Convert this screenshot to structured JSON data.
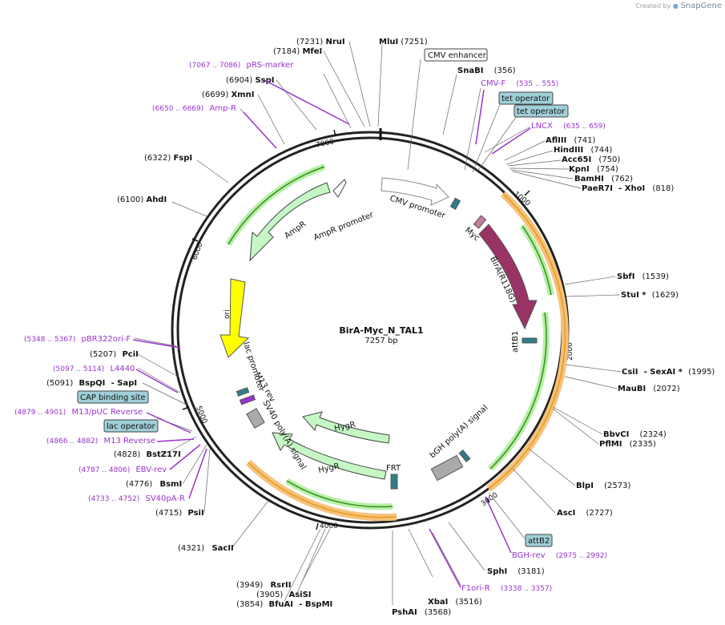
{
  "credit": {
    "prefix": "Created by",
    "brand": "SnapGene"
  },
  "plasmid": {
    "name": "BirA-Myc_N_TAL1",
    "size_label": "7257 bp",
    "length": 7257
  },
  "ring_ticks": [
    "1000",
    "2000",
    "3000",
    "4000",
    "5000",
    "6000",
    "7000"
  ],
  "colors": {
    "enzyme": "#000000",
    "primer": "#9933cc",
    "feature_box": "#9fcfd8",
    "ori": "#ffff00",
    "resistance": "#c5f7c5",
    "hygr_orange": "#f5a623",
    "birA": "#993366",
    "line": "#555555"
  },
  "enzyme_labels": [
    {
      "name": "NruI",
      "pos": "(7231)"
    },
    {
      "name": "MluI",
      "pos": "(7251)"
    },
    {
      "name": "MfeI",
      "pos": "(7184)"
    },
    {
      "name": "SspI",
      "pos": "(6904)"
    },
    {
      "name": "XmnI",
      "pos": "(6699)"
    },
    {
      "name": "FspI",
      "pos": "(6322)"
    },
    {
      "name": "AhdI",
      "pos": "(6100)"
    },
    {
      "name": "SnaBI",
      "pos": "(356)"
    },
    {
      "name": "AflIII",
      "pos": "(741)"
    },
    {
      "name": "HindIII",
      "pos": "(744)"
    },
    {
      "name": "Acc65I",
      "pos": "(750)"
    },
    {
      "name": "KpnI",
      "pos": "(754)"
    },
    {
      "name": "BamHI",
      "pos": "(762)"
    },
    {
      "name": "PaeR7I",
      "extra": "- XhoI",
      "pos": "(818)"
    },
    {
      "name": "SbfI",
      "pos": "(1539)"
    },
    {
      "name": "StuI *",
      "pos": "(1629)"
    },
    {
      "name": "CsiI",
      "extra": "- SexAI *",
      "pos": "(1995)"
    },
    {
      "name": "MauBI",
      "pos": "(2072)"
    },
    {
      "name": "BbvCI",
      "pos": "(2324)"
    },
    {
      "name": "PflMI",
      "pos": "(2335)"
    },
    {
      "name": "BlpI",
      "pos": "(2573)"
    },
    {
      "name": "AscI",
      "pos": "(2727)"
    },
    {
      "name": "SphI",
      "pos": "(3181)"
    },
    {
      "name": "XbaI",
      "pos": "(3516)"
    },
    {
      "name": "PshAI",
      "pos": "(3568)"
    },
    {
      "name": "RsrII",
      "pos": "(3949)"
    },
    {
      "name": "AsiSI",
      "pos": "(3905)"
    },
    {
      "name": "BfuAI",
      "extra": "- BspMI",
      "pos": "(3854)"
    },
    {
      "name": "SacII",
      "pos": "(4321)"
    },
    {
      "name": "PsiI",
      "pos": "(4715)"
    },
    {
      "name": "BsmI",
      "pos": "(4776)"
    },
    {
      "name": "BstZ17I",
      "pos": "(4828)"
    },
    {
      "name": "BspQI",
      "extra": "- SapI",
      "pos": "(5091)"
    },
    {
      "name": "PciI",
      "pos": "(5207)"
    }
  ],
  "primer_labels": [
    {
      "name": "pRS-marker",
      "range": "(7067 .. 7086)"
    },
    {
      "name": "Amp-R",
      "range": "(6650 .. 6669)"
    },
    {
      "name": "CMV-F",
      "range": "(535 .. 555)"
    },
    {
      "name": "LNCX",
      "range": "(635 .. 659)"
    },
    {
      "name": "BGH-rev",
      "range": "(2975 .. 2992)"
    },
    {
      "name": "F1ori-R",
      "range": "(3338 .. 3357)"
    },
    {
      "name": "pBR322ori-F",
      "range": "(5348 .. 5367)"
    },
    {
      "name": "L4440",
      "range": "(5097 .. 5114)"
    },
    {
      "name": "M13/pUC Reverse",
      "range": "(4879 .. 4901)"
    },
    {
      "name": "M13 Reverse",
      "range": "(4866 .. 4882)"
    },
    {
      "name": "EBV-rev",
      "range": "(4787 .. 4806)"
    },
    {
      "name": "SV40pA-R",
      "range": "(4733 .. 4752)"
    }
  ],
  "boxed_labels": [
    "CMV enhancer",
    "tet operator",
    "tet operator",
    "attB2",
    "CAP binding site",
    "lac operator"
  ],
  "features": [
    "CMV promoter",
    "Myc",
    "BirA(R118G)",
    "attB1",
    "bGH poly(A) signal",
    "FRT",
    "HygR",
    "HygR",
    "SV40 poly(A) signal",
    "M13 rev",
    "lac promoter",
    "ori",
    "AmpR",
    "AmpR promoter"
  ]
}
